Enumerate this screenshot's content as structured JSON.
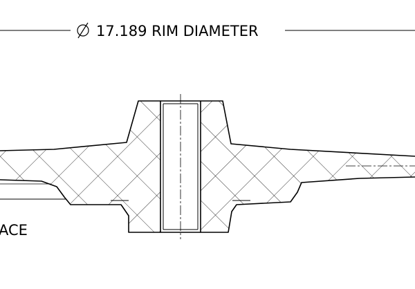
{
  "diagram": {
    "rim_dimension": {
      "symbol": "⌀",
      "value": "17.189",
      "label": "RIM DIAMETER"
    },
    "face_label_fragment": "ACE"
  },
  "colors": {
    "line": "#000000",
    "background": "#ffffff",
    "section_fill": "#ffffff"
  }
}
